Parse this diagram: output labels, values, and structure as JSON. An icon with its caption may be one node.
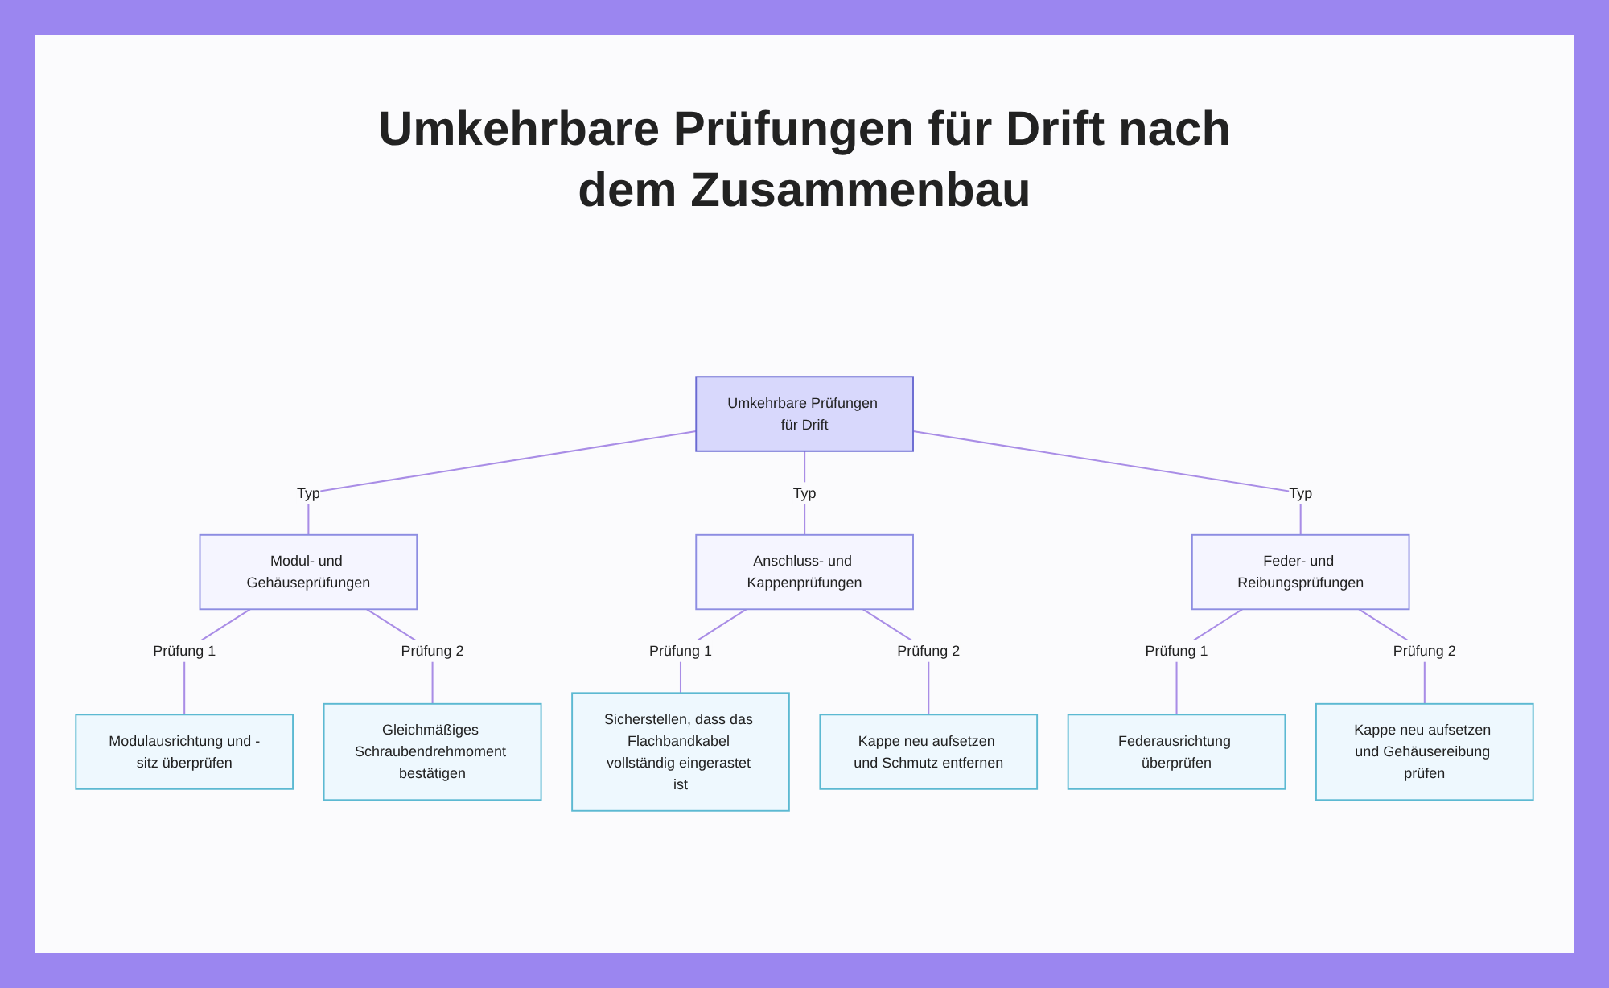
{
  "diagram": {
    "title": "Umkehrbare Prüfungen für Drift nach dem Zusammenbau",
    "nodes": [
      {
        "text": [
          "Umkehrbare Prüfungen für Drift"
        ]
      },
      {
        "text": [
          "Modul- und Gehäuseprüfungen"
        ]
      },
      {
        "text": [
          "Anschluss- und Kappenprüfungen"
        ]
      },
      {
        "text": [
          "Feder- und Reibungsprüfungen"
        ]
      },
      {
        "text": [
          "Modulausrichtung und -sitz überprüfen"
        ]
      },
      {
        "text": [
          "Gleichmäßiges Schraubendrehmoment bestätigen"
        ]
      },
      {
        "text": [
          "Sicherstellen, dass das Flachbandkabel vollständig eingerastet ist"
        ]
      },
      {
        "text": [
          "Kappe neu aufsetzen und Schmutz entfernen"
        ]
      },
      {
        "text": [
          "Federausrichtung überprüfen"
        ]
      },
      {
        "text": [
          "Kappe neu aufsetzen und Gehäusereibung prüfen"
        ]
      }
    ],
    "edges": [
      {
        "from": 0,
        "to": 1,
        "arrow": "none",
        "label": "Typ"
      },
      {
        "from": 0,
        "to": 2,
        "arrow": "none",
        "label": "Typ"
      },
      {
        "from": 0,
        "to": 3,
        "arrow": "none",
        "label": "Typ"
      },
      {
        "from": 1,
        "to": 4,
        "arrow": "none",
        "label": "Prüfung 1"
      },
      {
        "from": 1,
        "to": 5,
        "arrow": "none",
        "label": "Prüfung 2"
      },
      {
        "from": 2,
        "to": 6,
        "arrow": "none",
        "label": "Prüfung 1"
      },
      {
        "from": 2,
        "to": 7,
        "arrow": "none",
        "label": "Prüfung 2"
      },
      {
        "from": 3,
        "to": 8,
        "arrow": "none",
        "label": "Prüfung 1"
      },
      {
        "from": 3,
        "to": 9,
        "arrow": "none",
        "label": "Prüfung 2"
      }
    ]
  }
}
